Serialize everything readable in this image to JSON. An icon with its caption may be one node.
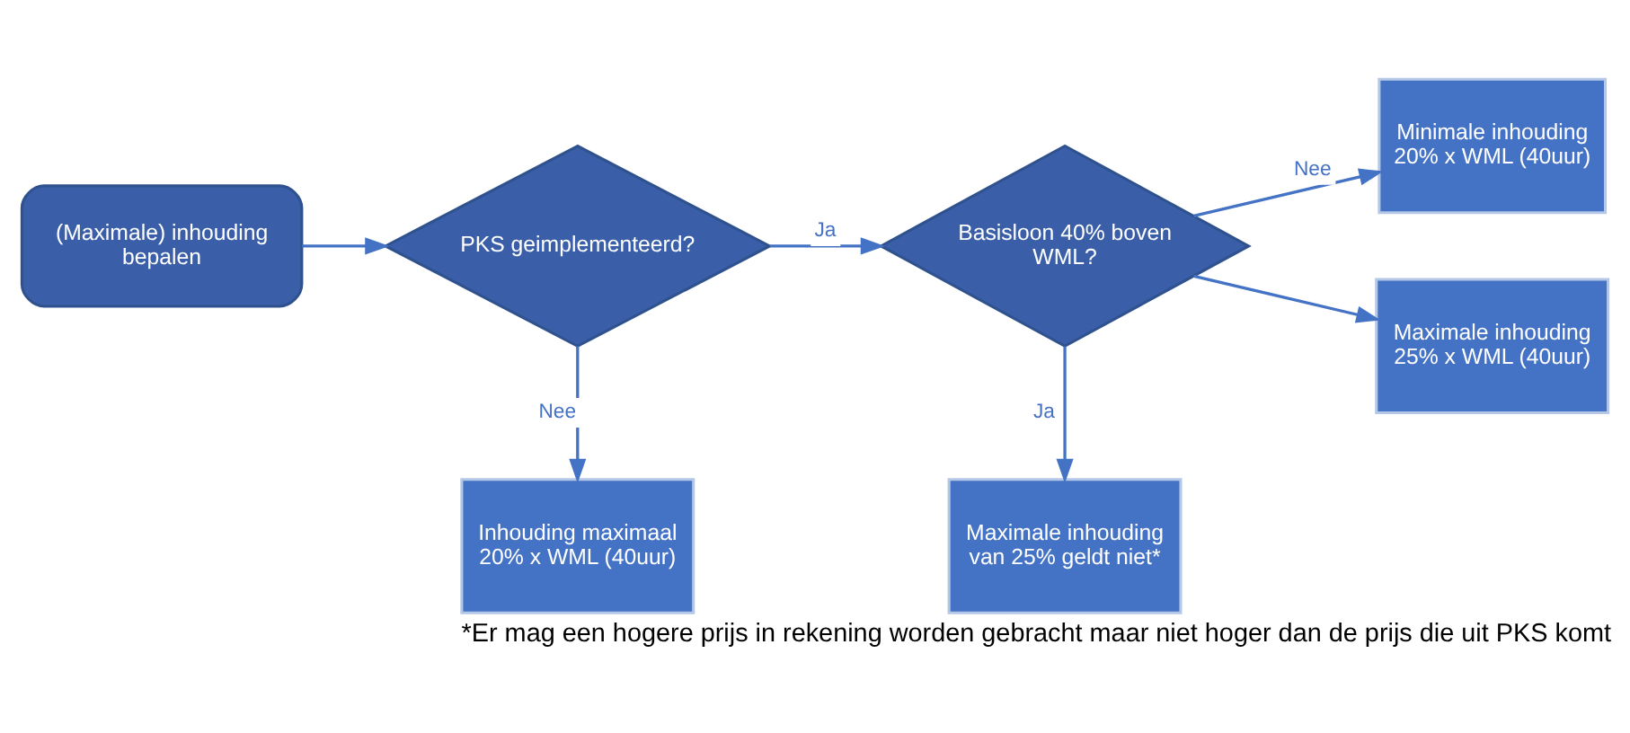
{
  "diagram": {
    "caption": "*Er mag een hogere prijs in rekening worden gebracht maar niet hoger dan de prijs die uit PKS komt",
    "nodes": [
      {
        "text": [
          "(Maximale) inhouding bepalen"
        ]
      },
      {
        "text": [
          "PKS geimplementeerd?"
        ]
      },
      {
        "text": [
          "Basisloon 40% boven WML?"
        ]
      },
      {
        "text": [
          "Minimale inhouding 20% x WML (40uur)"
        ]
      },
      {
        "text": [
          "Maximale inhouding 25% x WML (40uur)"
        ]
      },
      {
        "text": [
          "Inhouding maximaal 20% x WML (40uur)"
        ]
      },
      {
        "text": [
          "Maximale inhouding van 25% geldt niet*"
        ]
      }
    ],
    "edges": [
      {
        "from": 0,
        "to": 1,
        "arrow": "to"
      },
      {
        "from": 1,
        "to": 2,
        "arrow": "to",
        "label": "Ja"
      },
      {
        "from": 2,
        "to": 3,
        "arrow": "to",
        "label": "Nee"
      },
      {
        "from": 2,
        "to": 4,
        "arrow": "to"
      },
      {
        "from": 1,
        "to": 5,
        "arrow": "to",
        "label": "Nee"
      },
      {
        "from": 2,
        "to": 6,
        "arrow": "to",
        "label": "Ja"
      }
    ]
  }
}
